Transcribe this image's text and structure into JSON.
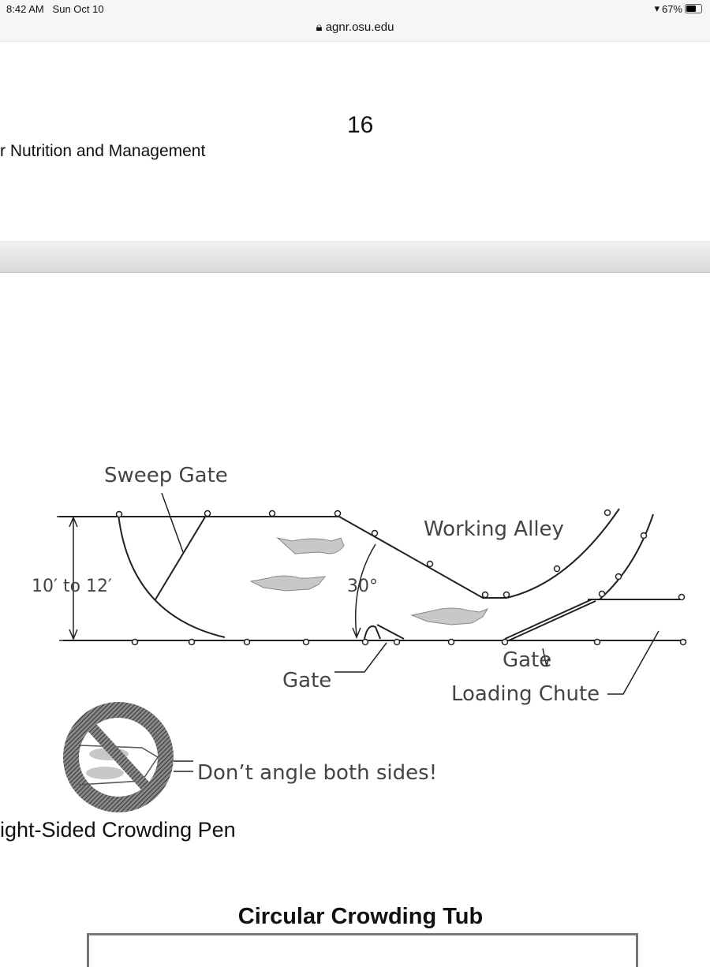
{
  "status_bar": {
    "time": "8:42 AM",
    "date": "Sun Oct 10",
    "battery": "67%",
    "battery_level": 0.67,
    "wifi_icon": "wifi-icon",
    "lock_icon": "lock-icon",
    "url": "agnr.osu.edu"
  },
  "page": {
    "page_number": "16",
    "header_text": "r Nutrition and Management",
    "diagram": {
      "sweep_gate": "Sweep Gate",
      "working_alley": "Working Alley",
      "dimension": "10′ to 12′",
      "angle": "30°",
      "gate_left": "Gate",
      "gate_right": "Gate",
      "loading_chute": "Loading Chute",
      "warning": "Don’t angle both sides!",
      "prohibition_icon": "no-symbol-icon"
    },
    "caption": "ight-Sided Crowding Pen",
    "next_section_title": "Circular Crowding Tub"
  }
}
